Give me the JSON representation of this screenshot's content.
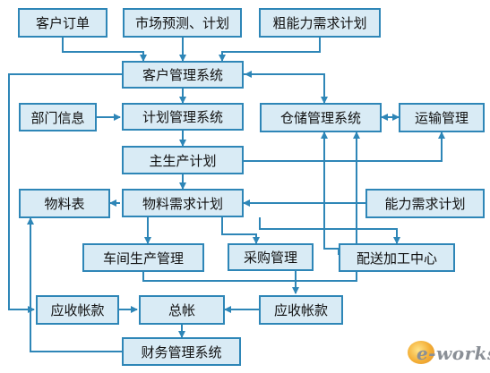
{
  "nodes": {
    "customer_order": "客户订单",
    "market_forecast": "市场预测、计划",
    "rough_capacity": "粗能力需求计划",
    "customer_mgmt": "客户管理系统",
    "dept_info": "部门信息",
    "plan_mgmt": "计划管理系统",
    "warehouse_mgmt": "仓储管理系统",
    "transport_mgmt": "运输管理",
    "master_schedule": "主生产计划",
    "bom": "物料表",
    "mrp": "物料需求计划",
    "capacity_plan": "能力需求计划",
    "shop_floor": "车间生产管理",
    "purchasing": "采购管理",
    "distribution": "配送加工中心",
    "receivable": "应收帐款",
    "ledger": "总帐",
    "payable": "应收帐款",
    "finance": "财务管理系统"
  },
  "watermark": "e-works",
  "colors": {
    "box_fill": "#d9ebf5",
    "box_border": "#2e86b7",
    "line": "#2e86b7"
  }
}
